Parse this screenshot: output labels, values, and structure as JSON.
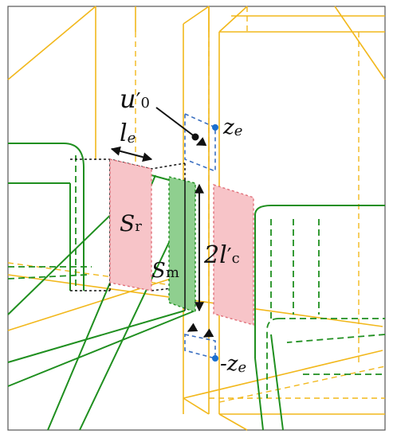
{
  "colors": {
    "yellow": "#f2b81c",
    "green": "#1f8f1f",
    "blue": "#3a6fc0",
    "red_fill": "#f7c4c8",
    "red_edge": "#e0707a",
    "green_fill": "#8fcf8f",
    "black": "#111111",
    "point": "#1a6fd0"
  },
  "labels": {
    "u0_main": "u",
    "u0_prime": "′",
    "u0_sub": "0",
    "le_main": "l",
    "le_sub": "e",
    "sr_main": "S",
    "sr_sub": "r",
    "sm_main": "S",
    "sm_sub": "m",
    "lc_main": "2l",
    "lc_prime": "′",
    "lc_sub": "c",
    "ze_top_main": "z",
    "ze_top_sub": "e",
    "ze_bottom_main": "-z",
    "ze_bottom_sub": "e"
  }
}
